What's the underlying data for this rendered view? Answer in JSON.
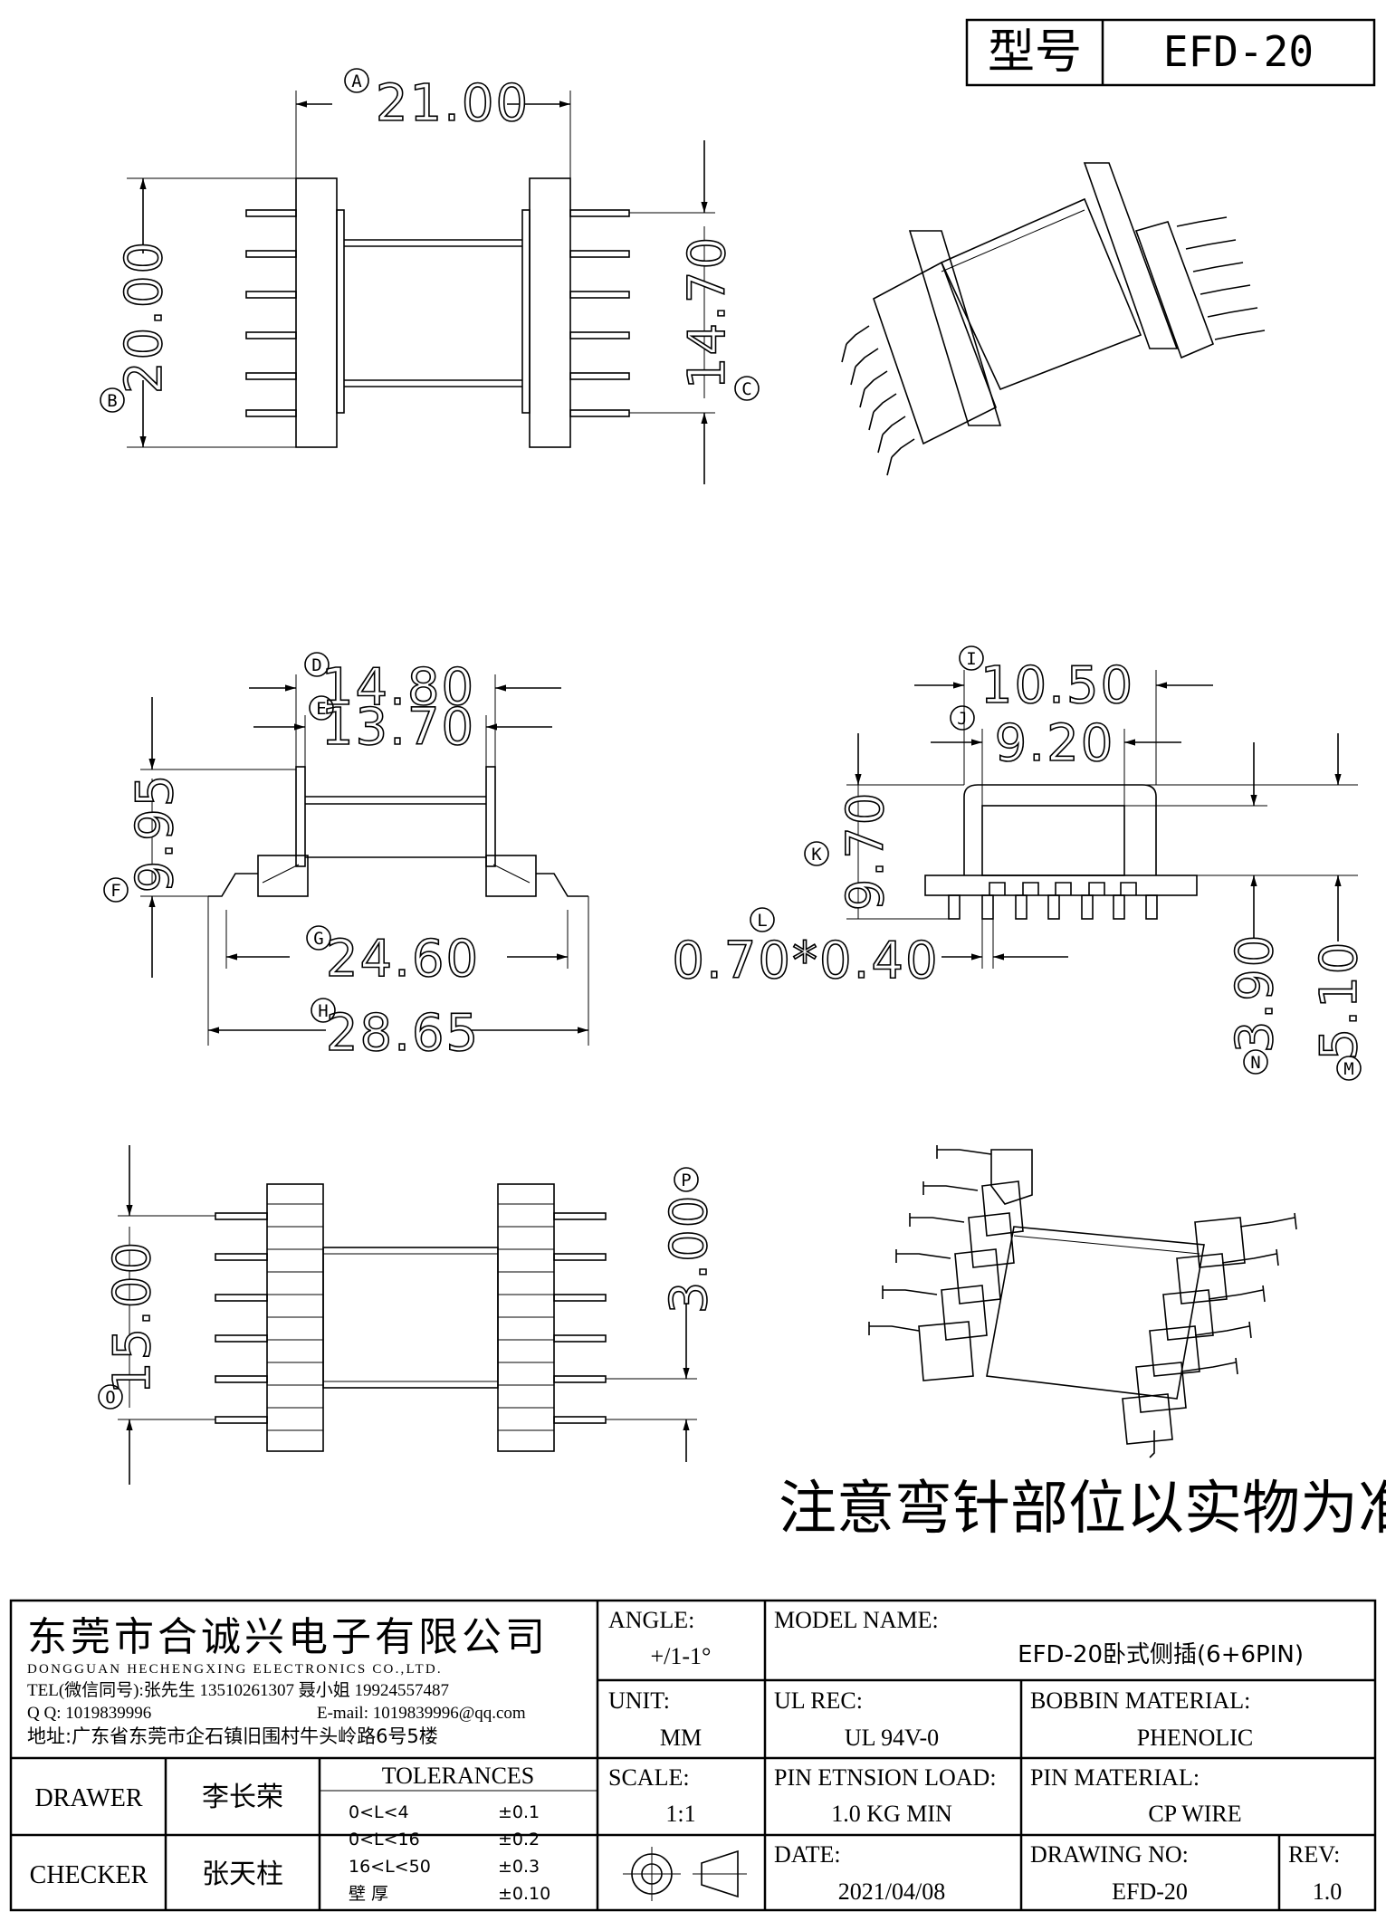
{
  "header": {
    "model_label": "型号",
    "model_value": "EFD-20"
  },
  "dimensions": {
    "a": {
      "letter": "A",
      "value": "21.00"
    },
    "b": {
      "letter": "B",
      "value": "20.00"
    },
    "c": {
      "letter": "C",
      "value": "14.70"
    },
    "d": {
      "letter": "D",
      "value": "14.80"
    },
    "e": {
      "letter": "E",
      "value": "13.70"
    },
    "f": {
      "letter": "F",
      "value": "9.95"
    },
    "g": {
      "letter": "G",
      "value": "24.60"
    },
    "h": {
      "letter": "H",
      "value": "28.65"
    },
    "i": {
      "letter": "I",
      "value": "10.50"
    },
    "j": {
      "letter": "J",
      "value": "9.20"
    },
    "k": {
      "letter": "K",
      "value": "9.70"
    },
    "l": {
      "letter": "L",
      "value": "0.70*0.40"
    },
    "m": {
      "letter": "M",
      "value": "5.10"
    },
    "n": {
      "letter": "N",
      "value": "3.90"
    },
    "o": {
      "letter": "O",
      "value": "15.00"
    },
    "p": {
      "letter": "P",
      "value": "3.00"
    }
  },
  "note": "注意弯针部位以实物为准。",
  "title_block": {
    "company_cn": "东莞市合诚兴电子有限公司",
    "company_en": "DONGGUAN HECHENGXING ELECTRONICS CO.,LTD.",
    "tel": "TEL(微信同号):张先生 13510261307 聂小姐 19924557487",
    "qq_label": "Q Q: 1019839996",
    "email": "E-mail: 1019839996@qq.com",
    "address": "地址:广东省东莞市企石镇旧围村牛头岭路6号5楼",
    "angle_label": "ANGLE:",
    "angle_value": "+/1-1°",
    "unit_label": "UNIT:",
    "unit_value": "MM",
    "scale_label": "SCALE:",
    "scale_value": "1:1",
    "model_name_label": "MODEL NAME:",
    "model_name_value": "EFD-20卧式侧插(6+6PIN)",
    "ul_label": "UL REC:",
    "ul_value": "UL 94V-0",
    "bobbin_label": "BOBBIN MATERIAL:",
    "bobbin_value": "PHENOLIC",
    "pin_load_label": "PIN ETNSION LOAD:",
    "pin_load_value": "1.0 KG MIN",
    "pin_material_label": "PIN MATERIAL:",
    "pin_material_value": "CP WIRE",
    "date_label": "DATE:",
    "date_value": "2021/04/08",
    "drawing_no_label": "DRAWING NO:",
    "drawing_no_value": "EFD-20",
    "rev_label": "REV:",
    "rev_value": "1.0",
    "drawer_label": "DRAWER",
    "drawer_value": "李长荣",
    "checker_label": "CHECKER",
    "checker_value": "张天柱",
    "tolerances_label": "TOLERANCES",
    "tolerances": [
      {
        "range": "0<L<4",
        "value": "±0.1"
      },
      {
        "range": "0<L<16",
        "value": "±0.2"
      },
      {
        "range": "16<L<50",
        "value": "±0.3"
      },
      {
        "range": "壁  厚",
        "value": "±0.10"
      }
    ]
  }
}
